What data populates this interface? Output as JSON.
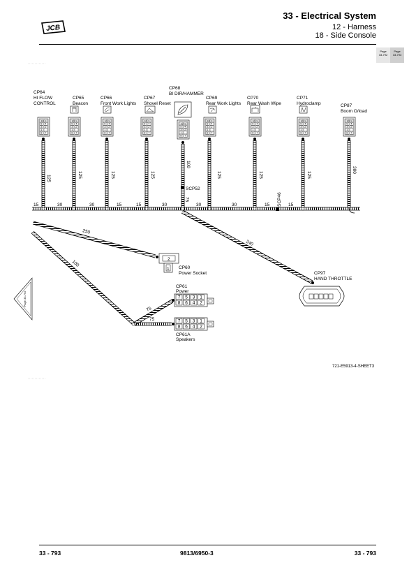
{
  "header": {
    "title": "33 - Electrical System",
    "subtitle1": "12 - Harness",
    "subtitle2": "18 - Side Console",
    "brand": "JCB"
  },
  "page_nav": {
    "prev_label": "Page",
    "prev_num": "33-792",
    "next_label": "Page",
    "next_num": "33-793",
    "side_arrow": "Page 33-792"
  },
  "connectors": {
    "cp64": {
      "id": "CP64",
      "name1": "HI FLOW",
      "name2": "CONTROL"
    },
    "cp65": {
      "id": "CP65",
      "name": "Beacon"
    },
    "cp66": {
      "id": "CP66",
      "name": "Front Work Lights"
    },
    "cp67": {
      "id": "CP67",
      "name": "Shovel Reset"
    },
    "cp68": {
      "id": "CP68",
      "name": "BI DIR/HAMMER"
    },
    "cp69": {
      "id": "CP69",
      "name": "Rear Work Lights"
    },
    "cp70": {
      "id": "CP70",
      "name": "Rear Wash Wipe"
    },
    "cp71": {
      "id": "CP71",
      "name": "Hydroclamp"
    },
    "cp87": {
      "id": "CP87",
      "name": "Boom O/load"
    },
    "cp60": {
      "id": "CP60",
      "name": "Power Socket",
      "pin_top": "2",
      "pin_bottom": "1"
    },
    "cp61": {
      "id": "CP61",
      "name": "Power",
      "pins_top": [
        "7",
        "5",
        "3",
        "1"
      ],
      "pins_bottom": [
        "8",
        "6",
        "4",
        "2"
      ]
    },
    "cp61a": {
      "id": "CP61A",
      "name": "Speakers",
      "pins_top": [
        "7",
        "5",
        "3",
        "1"
      ],
      "pins_bottom": [
        "8",
        "6",
        "4",
        "2"
      ]
    },
    "cp97": {
      "id": "CP97",
      "name": "HAND THROTTLE"
    }
  },
  "splices": {
    "scp52": "SCP52",
    "scp46": "SCP46"
  },
  "switch_pins": {
    "row1": [
      "10",
      "9"
    ],
    "row2": [
      "5",
      "4"
    ],
    "row3": [
      "3",
      "2"
    ],
    "row4": [
      "1",
      ""
    ],
    "row5": [
      "8",
      "7"
    ]
  },
  "wire_lengths": {
    "drop_cp64": "125",
    "drop_cp65": "125",
    "drop_cp66": "125",
    "drop_cp67": "125",
    "drop_cp68": "100",
    "drop_scp52": "75",
    "drop_cp69": "125",
    "drop_cp70": "125",
    "drop_cp71": "125",
    "drop_cp87": "300",
    "trunk_1": "15",
    "trunk_2": "30",
    "trunk_3": "30",
    "trunk_4": "15",
    "trunk_5": "15",
    "trunk_6": "30",
    "trunk_7": "30",
    "trunk_8": "30",
    "trunk_9": "15",
    "trunk_10": "15",
    "branch_cp60": "250",
    "branch_lower": "100",
    "branch_cp97": "240",
    "branch_cp61": "75",
    "branch_cp61a": "75"
  },
  "drawing_ref": "721-E5913-4-SHEET3",
  "footer": {
    "left": "33 - 793",
    "center": "9813/6950-3",
    "right": "33 - 793"
  }
}
